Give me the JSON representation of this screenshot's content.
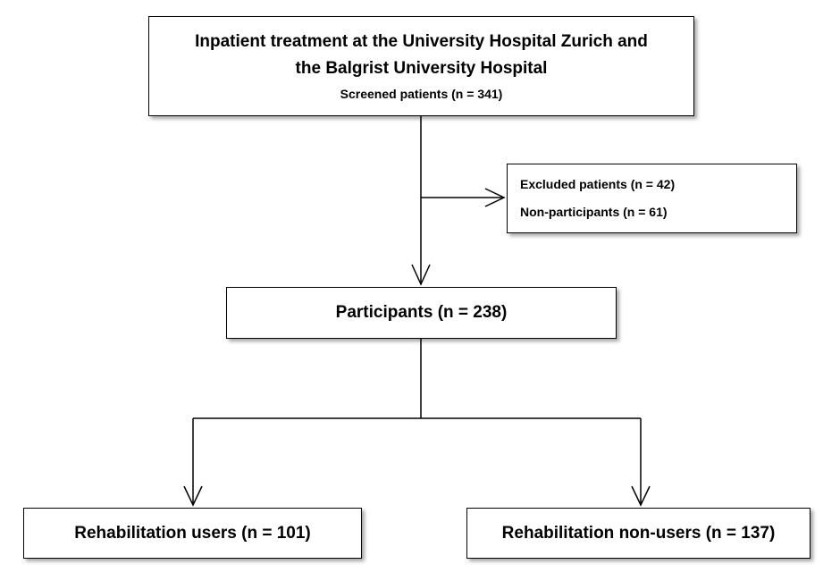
{
  "boxes": {
    "screened": {
      "line1": "Inpatient treatment at the University Hospital Zurich and",
      "line2": "the Balgrist University Hospital",
      "line3": "Screened patients  (n = 341)"
    },
    "excluded": {
      "line1": "Excluded patients (n = 42)",
      "line2": "Non-participants (n = 61)"
    },
    "participants": "Participants (n = 238)",
    "rehab_users": "Rehabilitation users (n = 101)",
    "rehab_nonusers": "Rehabilitation non-users (n =  137)"
  }
}
